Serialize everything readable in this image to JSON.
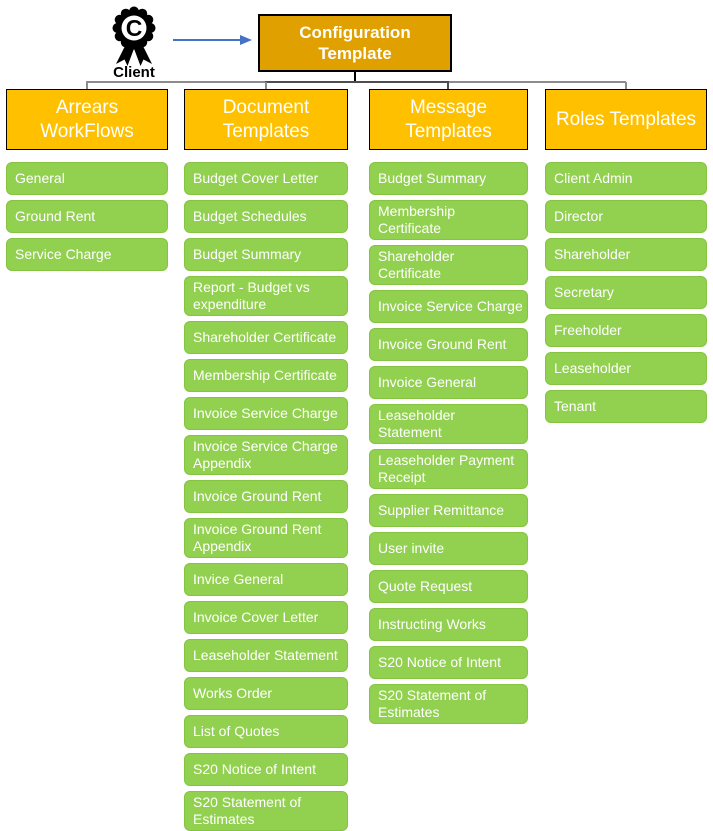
{
  "root": {
    "label": "Configuration Template"
  },
  "client": {
    "label": "Client",
    "icon": "certificate-badge-icon"
  },
  "arrow": {
    "icon": "right-arrow-icon"
  },
  "colors": {
    "header_fill": "#FFC000",
    "root_fill": "#DFA000",
    "item_fill": "#92D050",
    "item_border": "#84C441",
    "arrow_blue": "#4472C4",
    "connector_gray": "#8C8C8C",
    "connector_dark": "#4D4D4D",
    "border_black": "#000000"
  },
  "columns": [
    {
      "id": "arrears-workflows",
      "header": "Arrears WorkFlows",
      "items": [
        "General",
        "Ground Rent",
        "Service Charge"
      ]
    },
    {
      "id": "document-templates",
      "header": "Document Templates",
      "items": [
        "Budget Cover Letter",
        "Budget Schedules",
        "Budget Summary",
        "Report - Budget vs\nexpenditure",
        "Shareholder Certificate",
        "Membership Certificate",
        "Invoice Service Charge",
        "Invoice Service Charge\nAppendix",
        "Invoice Ground Rent",
        "Invoice Ground Rent\nAppendix",
        "Invice General",
        "Invoice Cover Letter",
        "Leaseholder Statement",
        "Works Order",
        "List of Quotes",
        "S20 Notice of Intent",
        "S20 Statement of\nEstimates"
      ]
    },
    {
      "id": "message-templates",
      "header": "Message Templates",
      "items": [
        "Budget Summary",
        "Membership\nCertificate",
        "Shareholder\nCertificate",
        "Invoice Service Charge",
        "Invoice Ground Rent",
        "Invoice General",
        "Leaseholder\nStatement",
        "Leaseholder Payment\nReceipt",
        "Supplier Remittance",
        "User invite",
        "Quote Request",
        "Instructing Works",
        "S20 Notice of Intent",
        "S20 Statement of\nEstimates"
      ]
    },
    {
      "id": "roles-templates",
      "header": "Roles Templates",
      "items": [
        "Client Admin",
        "Director",
        "Shareholder",
        "Secretary",
        "Freeholder",
        "Leaseholder",
        "Tenant"
      ]
    }
  ]
}
